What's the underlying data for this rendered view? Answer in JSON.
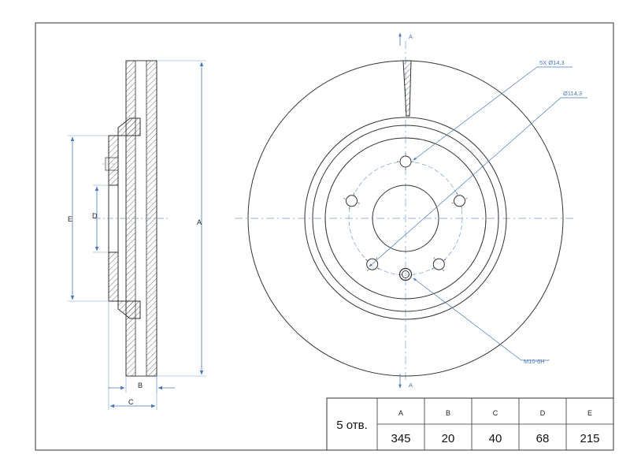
{
  "drawing": {
    "section_labels": {
      "top": "A",
      "bottom": "A"
    },
    "face_callouts": {
      "bolt_holes": "5X Ø14,3",
      "pitch_circle": "Ø114,3",
      "thread": "M10-6H"
    },
    "side_dims": {
      "A": "A",
      "B": "B",
      "C": "C",
      "D": "D",
      "E": "E"
    }
  },
  "spec_table": {
    "title": "5 отв.",
    "headers": [
      "A",
      "B",
      "C",
      "D",
      "E"
    ],
    "values": [
      "345",
      "20",
      "40",
      "68",
      "215"
    ]
  },
  "colors": {
    "line": "#2a2a2a",
    "dim": "#4a78b8",
    "dash": "#7a9fcf"
  }
}
